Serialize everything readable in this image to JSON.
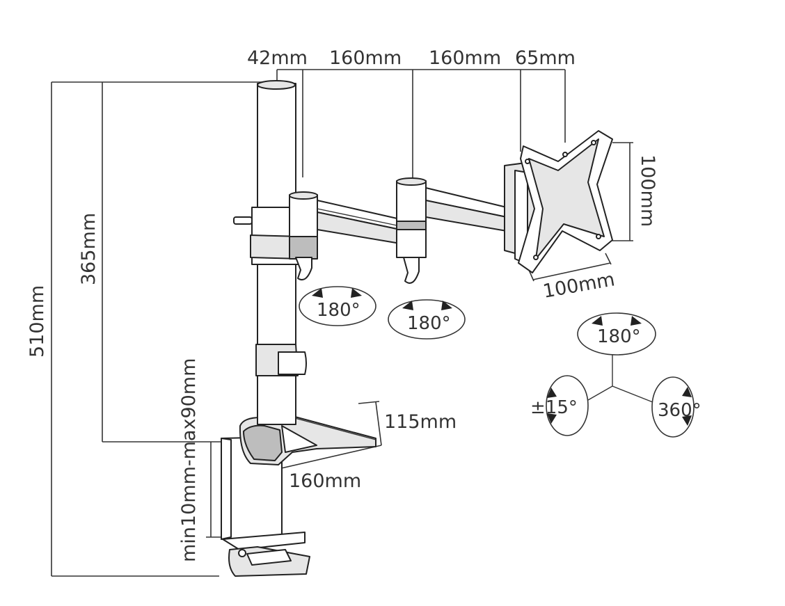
{
  "dimensions": {
    "top_42": "42mm",
    "top_160a": "160mm",
    "top_160b": "160mm",
    "top_65": "65mm",
    "plate_height": "100mm",
    "plate_width": "100mm",
    "height_365": "365mm",
    "height_510": "510mm",
    "clamp_range": "min10mm-max90mm",
    "base_depth": "115mm",
    "base_width": "160mm"
  },
  "rotations": {
    "arm1": "180°",
    "arm2": "180°",
    "head_tilt_top": "180°",
    "head_tilt_left": "±15°",
    "head_rotate_right": "360°"
  }
}
